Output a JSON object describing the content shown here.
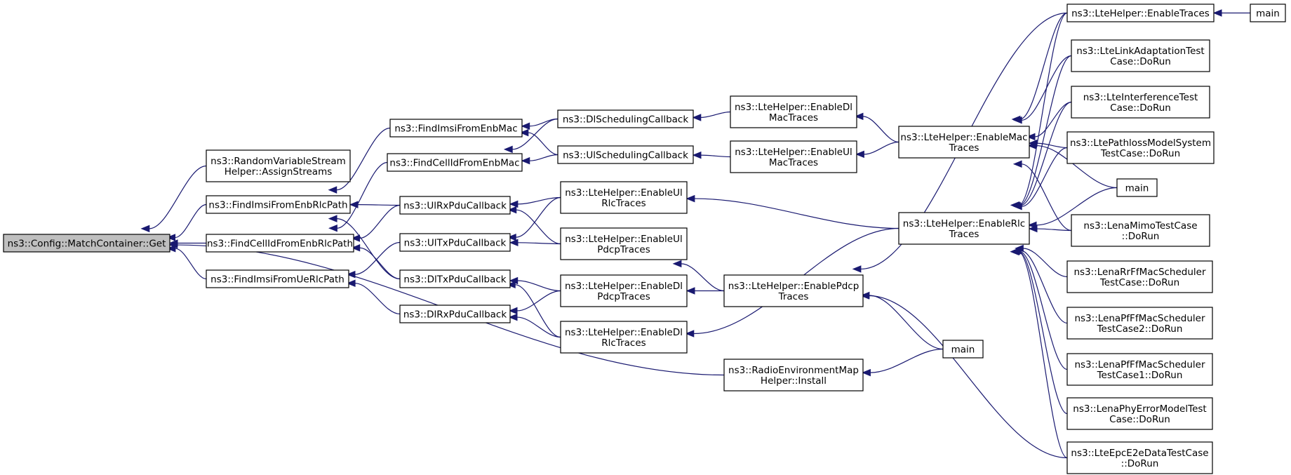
{
  "graph": {
    "nodes": [
      {
        "id": "root",
        "lines": [
          "ns3::Config::MatchContainer::Get"
        ],
        "root": true
      },
      {
        "id": "rvs",
        "lines": [
          "ns3::RandomVariableStream",
          "Helper::AssignStreams"
        ]
      },
      {
        "id": "fiErp",
        "lines": [
          "ns3::FindImsiFromEnbRlcPath"
        ]
      },
      {
        "id": "fcErp",
        "lines": [
          "ns3::FindCellIdFromEnbRlcPath"
        ]
      },
      {
        "id": "fiUrp",
        "lines": [
          "ns3::FindImsiFromUeRlcPath"
        ]
      },
      {
        "id": "fiEm",
        "lines": [
          "ns3::FindImsiFromEnbMac"
        ]
      },
      {
        "id": "fcEm",
        "lines": [
          "ns3::FindCellIdFromEnbMac"
        ]
      },
      {
        "id": "ulRx",
        "lines": [
          "ns3::UlRxPduCallback"
        ]
      },
      {
        "id": "ulTx",
        "lines": [
          "ns3::UlTxPduCallback"
        ]
      },
      {
        "id": "dlTx",
        "lines": [
          "ns3::DlTxPduCallback"
        ]
      },
      {
        "id": "dlRx",
        "lines": [
          "ns3::DlRxPduCallback"
        ]
      },
      {
        "id": "dlSch",
        "lines": [
          "ns3::DlSchedulingCallback"
        ]
      },
      {
        "id": "ulSch",
        "lines": [
          "ns3::UlSchedulingCallback"
        ]
      },
      {
        "id": "enUlRlc",
        "lines": [
          "ns3::LteHelper::EnableUl",
          "RlcTraces"
        ]
      },
      {
        "id": "enUlPdcp",
        "lines": [
          "ns3::LteHelper::EnableUl",
          "PdcpTraces"
        ]
      },
      {
        "id": "enDlPdcp",
        "lines": [
          "ns3::LteHelper::EnableDl",
          "PdcpTraces"
        ]
      },
      {
        "id": "enDlRlc",
        "lines": [
          "ns3::LteHelper::EnableDl",
          "RlcTraces"
        ]
      },
      {
        "id": "enDlMac",
        "lines": [
          "ns3::LteHelper::EnableDl",
          "MacTraces"
        ]
      },
      {
        "id": "enUlMac",
        "lines": [
          "ns3::LteHelper::EnableUl",
          "MacTraces"
        ]
      },
      {
        "id": "enPdcp",
        "lines": [
          "ns3::LteHelper::EnablePdcp",
          "Traces"
        ]
      },
      {
        "id": "rem",
        "lines": [
          "ns3::RadioEnvironmentMap",
          "Helper::Install"
        ]
      },
      {
        "id": "enMac",
        "lines": [
          "ns3::LteHelper::EnableMac",
          "Traces"
        ]
      },
      {
        "id": "enRlc",
        "lines": [
          "ns3::LteHelper::EnableRlc",
          "Traces"
        ]
      },
      {
        "id": "main3",
        "lines": [
          "main"
        ]
      },
      {
        "id": "enTr",
        "lines": [
          "ns3::LteHelper::EnableTraces"
        ]
      },
      {
        "id": "main1",
        "lines": [
          "main"
        ]
      },
      {
        "id": "lla",
        "lines": [
          "ns3::LteLinkAdaptationTest",
          "Case::DoRun"
        ]
      },
      {
        "id": "lit",
        "lines": [
          "ns3::LteInterferenceTest",
          "Case::DoRun"
        ]
      },
      {
        "id": "lpm",
        "lines": [
          "ns3::LtePathlossModelSystem",
          "TestCase::DoRun"
        ]
      },
      {
        "id": "main2",
        "lines": [
          "main"
        ]
      },
      {
        "id": "lmimo",
        "lines": [
          "ns3::LenaMimoTestCase",
          "::DoRun"
        ]
      },
      {
        "id": "lrr",
        "lines": [
          "ns3::LenaRrFfMacScheduler",
          "TestCase::DoRun"
        ]
      },
      {
        "id": "lpf2",
        "lines": [
          "ns3::LenaPfFfMacScheduler",
          "TestCase2::DoRun"
        ]
      },
      {
        "id": "lpf1",
        "lines": [
          "ns3::LenaPfFfMacScheduler",
          "TestCase1::DoRun"
        ]
      },
      {
        "id": "lphy",
        "lines": [
          "ns3::LenaPhyErrorModelTest",
          "Case::DoRun"
        ]
      },
      {
        "id": "lepc",
        "lines": [
          "ns3::LteEpcE2eDataTestCase",
          "::DoRun"
        ]
      }
    ],
    "edges": [
      [
        "rvs",
        "root"
      ],
      [
        "fiErp",
        "root"
      ],
      [
        "fcErp",
        "root"
      ],
      [
        "fiUrp",
        "root"
      ],
      [
        "rem",
        "root"
      ],
      [
        "fiEm",
        "fiErp"
      ],
      [
        "ulRx",
        "fiErp"
      ],
      [
        "dlTx",
        "fiErp"
      ],
      [
        "fcEm",
        "fcErp"
      ],
      [
        "ulRx",
        "fcErp"
      ],
      [
        "dlTx",
        "fcErp"
      ],
      [
        "ulTx",
        "fiUrp"
      ],
      [
        "dlRx",
        "fiUrp"
      ],
      [
        "dlSch",
        "fiEm"
      ],
      [
        "ulSch",
        "fiEm"
      ],
      [
        "dlSch",
        "fcEm"
      ],
      [
        "ulSch",
        "fcEm"
      ],
      [
        "enUlRlc",
        "ulRx"
      ],
      [
        "enUlPdcp",
        "ulRx"
      ],
      [
        "enUlRlc",
        "ulTx"
      ],
      [
        "enUlPdcp",
        "ulTx"
      ],
      [
        "enDlPdcp",
        "dlTx"
      ],
      [
        "enDlRlc",
        "dlTx"
      ],
      [
        "enDlPdcp",
        "dlRx"
      ],
      [
        "enDlRlc",
        "dlRx"
      ],
      [
        "enDlMac",
        "dlSch"
      ],
      [
        "enUlMac",
        "ulSch"
      ],
      [
        "enRlc",
        "enUlRlc"
      ],
      [
        "enPdcp",
        "enUlPdcp"
      ],
      [
        "enPdcp",
        "enDlPdcp"
      ],
      [
        "enRlc",
        "enDlRlc"
      ],
      [
        "enMac",
        "enDlMac"
      ],
      [
        "enMac",
        "enUlMac"
      ],
      [
        "enTr",
        "enPdcp"
      ],
      [
        "main3",
        "enPdcp"
      ],
      [
        "lepc",
        "enPdcp"
      ],
      [
        "main3",
        "rem"
      ],
      [
        "enTr",
        "enMac"
      ],
      [
        "lla",
        "enMac"
      ],
      [
        "lit",
        "enMac"
      ],
      [
        "lpm",
        "enMac"
      ],
      [
        "main2",
        "enMac"
      ],
      [
        "lmimo",
        "enMac"
      ],
      [
        "enTr",
        "enRlc"
      ],
      [
        "lla",
        "enRlc"
      ],
      [
        "lit",
        "enRlc"
      ],
      [
        "lpm",
        "enRlc"
      ],
      [
        "main2",
        "enRlc"
      ],
      [
        "lmimo",
        "enRlc"
      ],
      [
        "lrr",
        "enRlc"
      ],
      [
        "lpf2",
        "enRlc"
      ],
      [
        "lpf1",
        "enRlc"
      ],
      [
        "lphy",
        "enRlc"
      ],
      [
        "lepc",
        "enRlc"
      ],
      [
        "main1",
        "enTr"
      ]
    ]
  }
}
